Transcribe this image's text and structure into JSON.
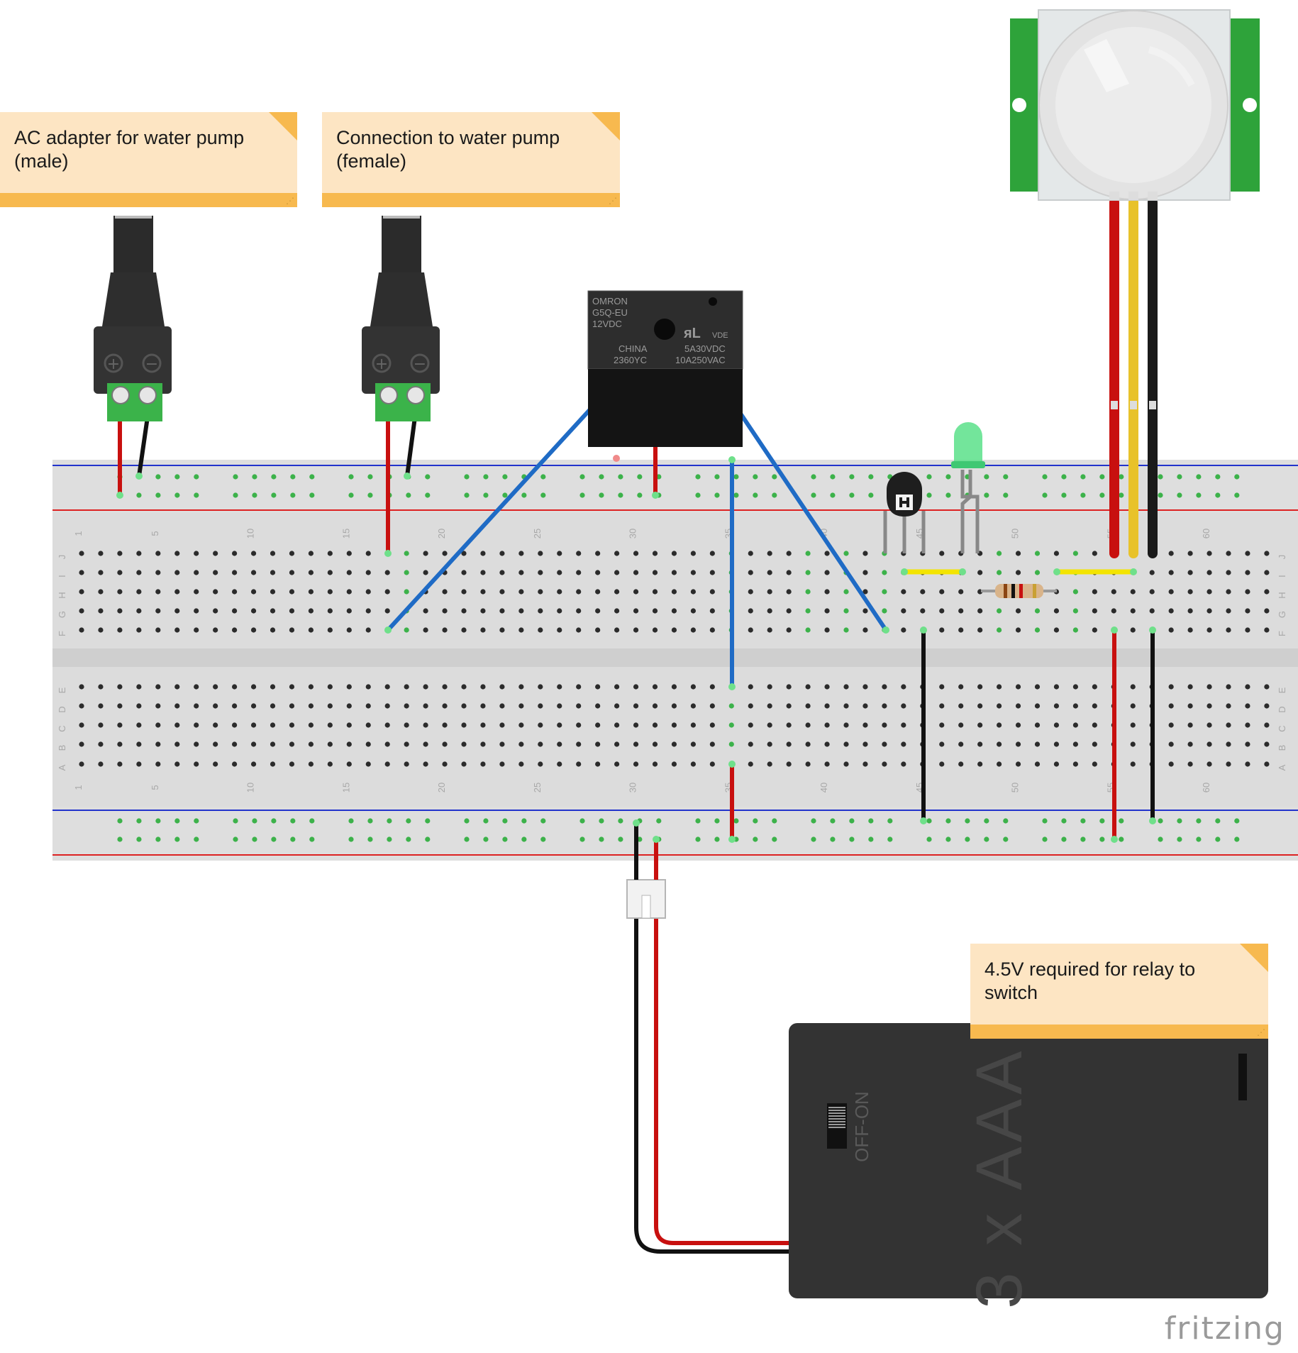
{
  "notes": {
    "ac_adapter": "AC adapter for water pump\n(male)",
    "pump_connection": "Connection to water pump\n(female)",
    "relay_requirement": "4.5V required for relay to\nswitch"
  },
  "relay": {
    "brand": "OMRON",
    "model": "G5Q-EU",
    "coil": "12VDC",
    "origin": "CHINA",
    "code": "2360YC",
    "rating_dc": "5A30VDC",
    "rating_ac": "10A250VAC",
    "cert_ul": "ᴙL",
    "cert_vde": "VDE"
  },
  "battery": {
    "label": "3 x AAA",
    "switch_label": "OFF-ON"
  },
  "breadboard": {
    "row_letters_top": [
      "J",
      "I",
      "H",
      "G",
      "F"
    ],
    "row_letters_bottom": [
      "E",
      "D",
      "C",
      "B",
      "A"
    ],
    "column_numbers": [
      "1",
      "5",
      "10",
      "15",
      "20",
      "25",
      "30",
      "35",
      "40",
      "45",
      "50",
      "55",
      "60"
    ]
  },
  "jack_symbols": {
    "plus": "+",
    "minus": "−"
  },
  "brand_logo": "fritzing"
}
